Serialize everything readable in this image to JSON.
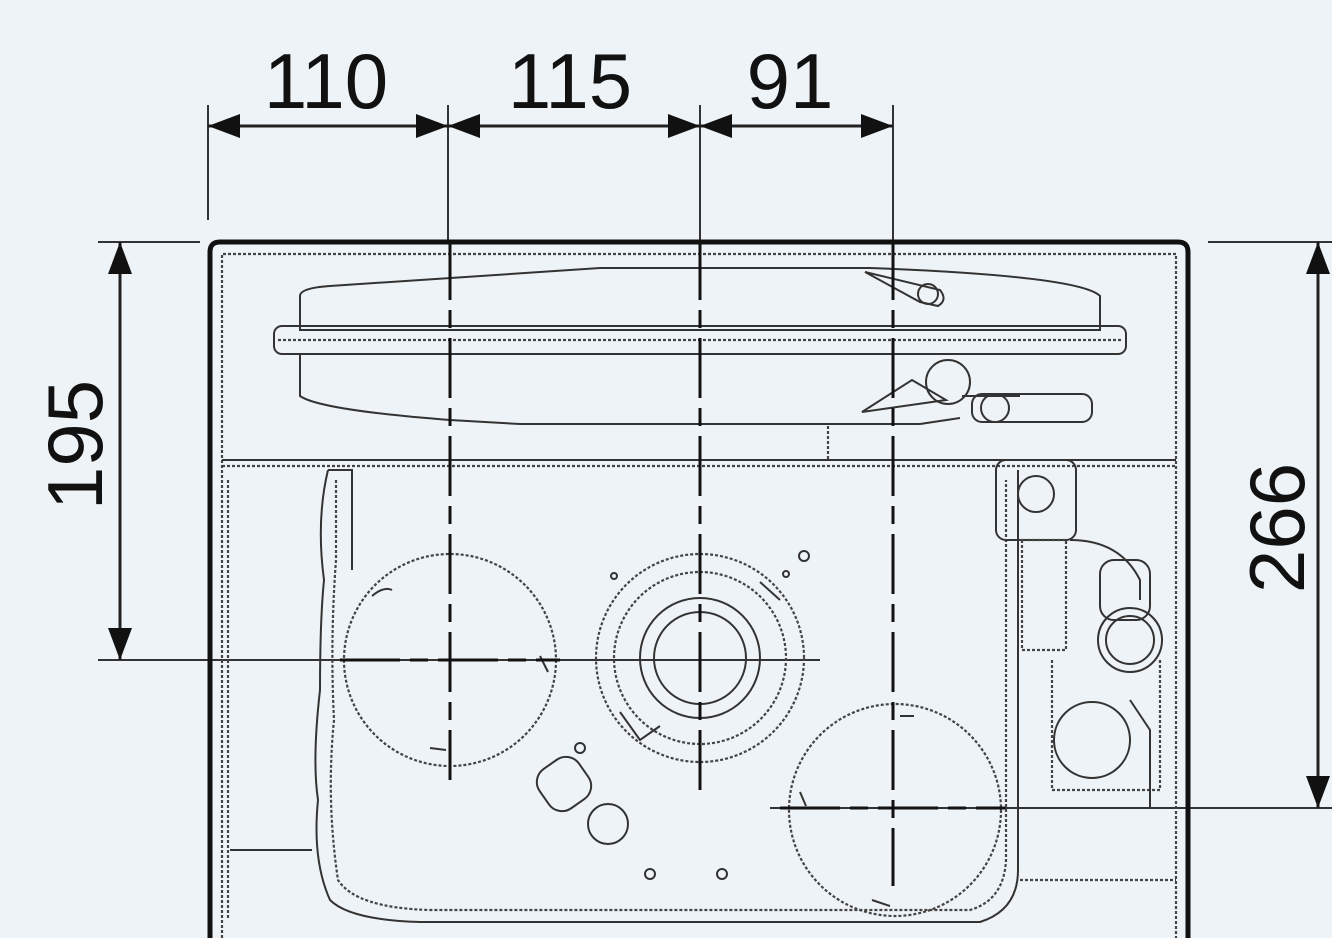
{
  "diagram": {
    "dimensions": {
      "top": [
        "110",
        "115",
        "91"
      ],
      "left": "195",
      "right": "266"
    },
    "colors": {
      "background": "#eef3f7",
      "line": "#111111"
    }
  }
}
